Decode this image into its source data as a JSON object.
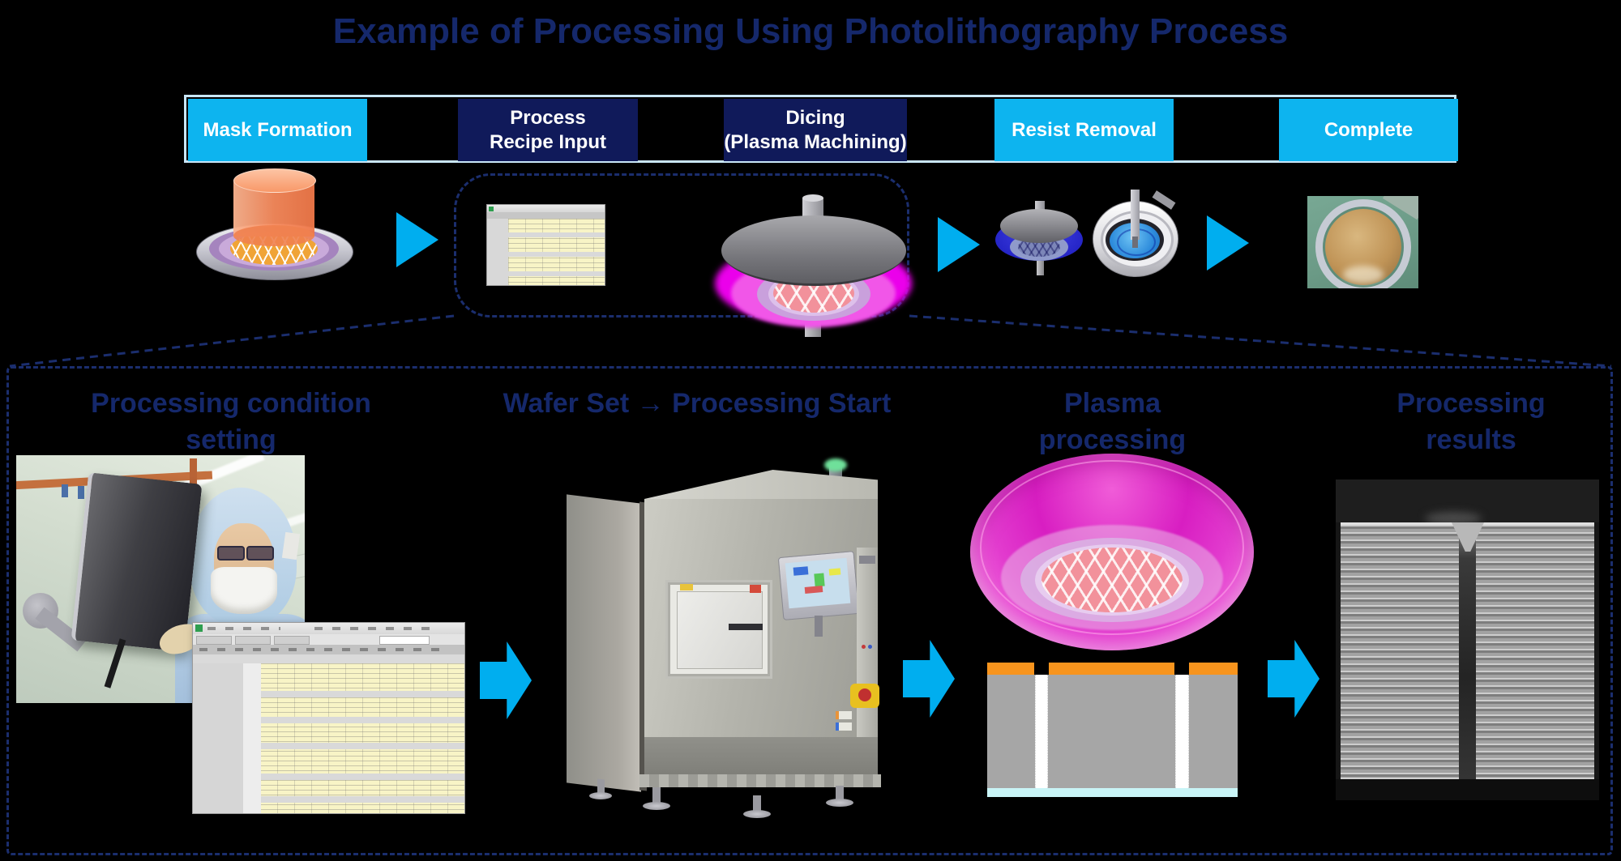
{
  "title": "Example of Processing Using Photolithography Process",
  "process_bar": {
    "steps": [
      {
        "label": "Mask Formation",
        "variant": "cyan"
      },
      {
        "label": "Process\nRecipe Input",
        "variant": "navy"
      },
      {
        "label": "Dicing\n(Plasma Machining)",
        "variant": "navy"
      },
      {
        "label": "Resist Removal",
        "variant": "cyan"
      },
      {
        "label": "Complete",
        "variant": "cyan"
      }
    ]
  },
  "detail_panel": {
    "captions": {
      "condition": "Processing condition\nsetting",
      "wafer_set": "Wafer Set → Processing Start",
      "plasma": "Plasma\nprocessing",
      "results": "Processing\nresults"
    }
  },
  "icons": {
    "flow_arrow": "▶",
    "block_arrow": "➡"
  },
  "colors": {
    "background": "#000000",
    "title_text": "#15286B",
    "caption_text": "#15286B",
    "cyan_step": "#0DB4EF",
    "navy_step": "#101A5A",
    "arrow_cyan": "#00AEEF",
    "dashed_line": "#1B2E6E",
    "strip_border": "#C9E6F8",
    "plasma_magenta": "#E316C9",
    "resist_orange": "#F7941D",
    "wafer_gray": "#A6A6A6",
    "dicing_tape_cyan": "#C9F5F7"
  }
}
